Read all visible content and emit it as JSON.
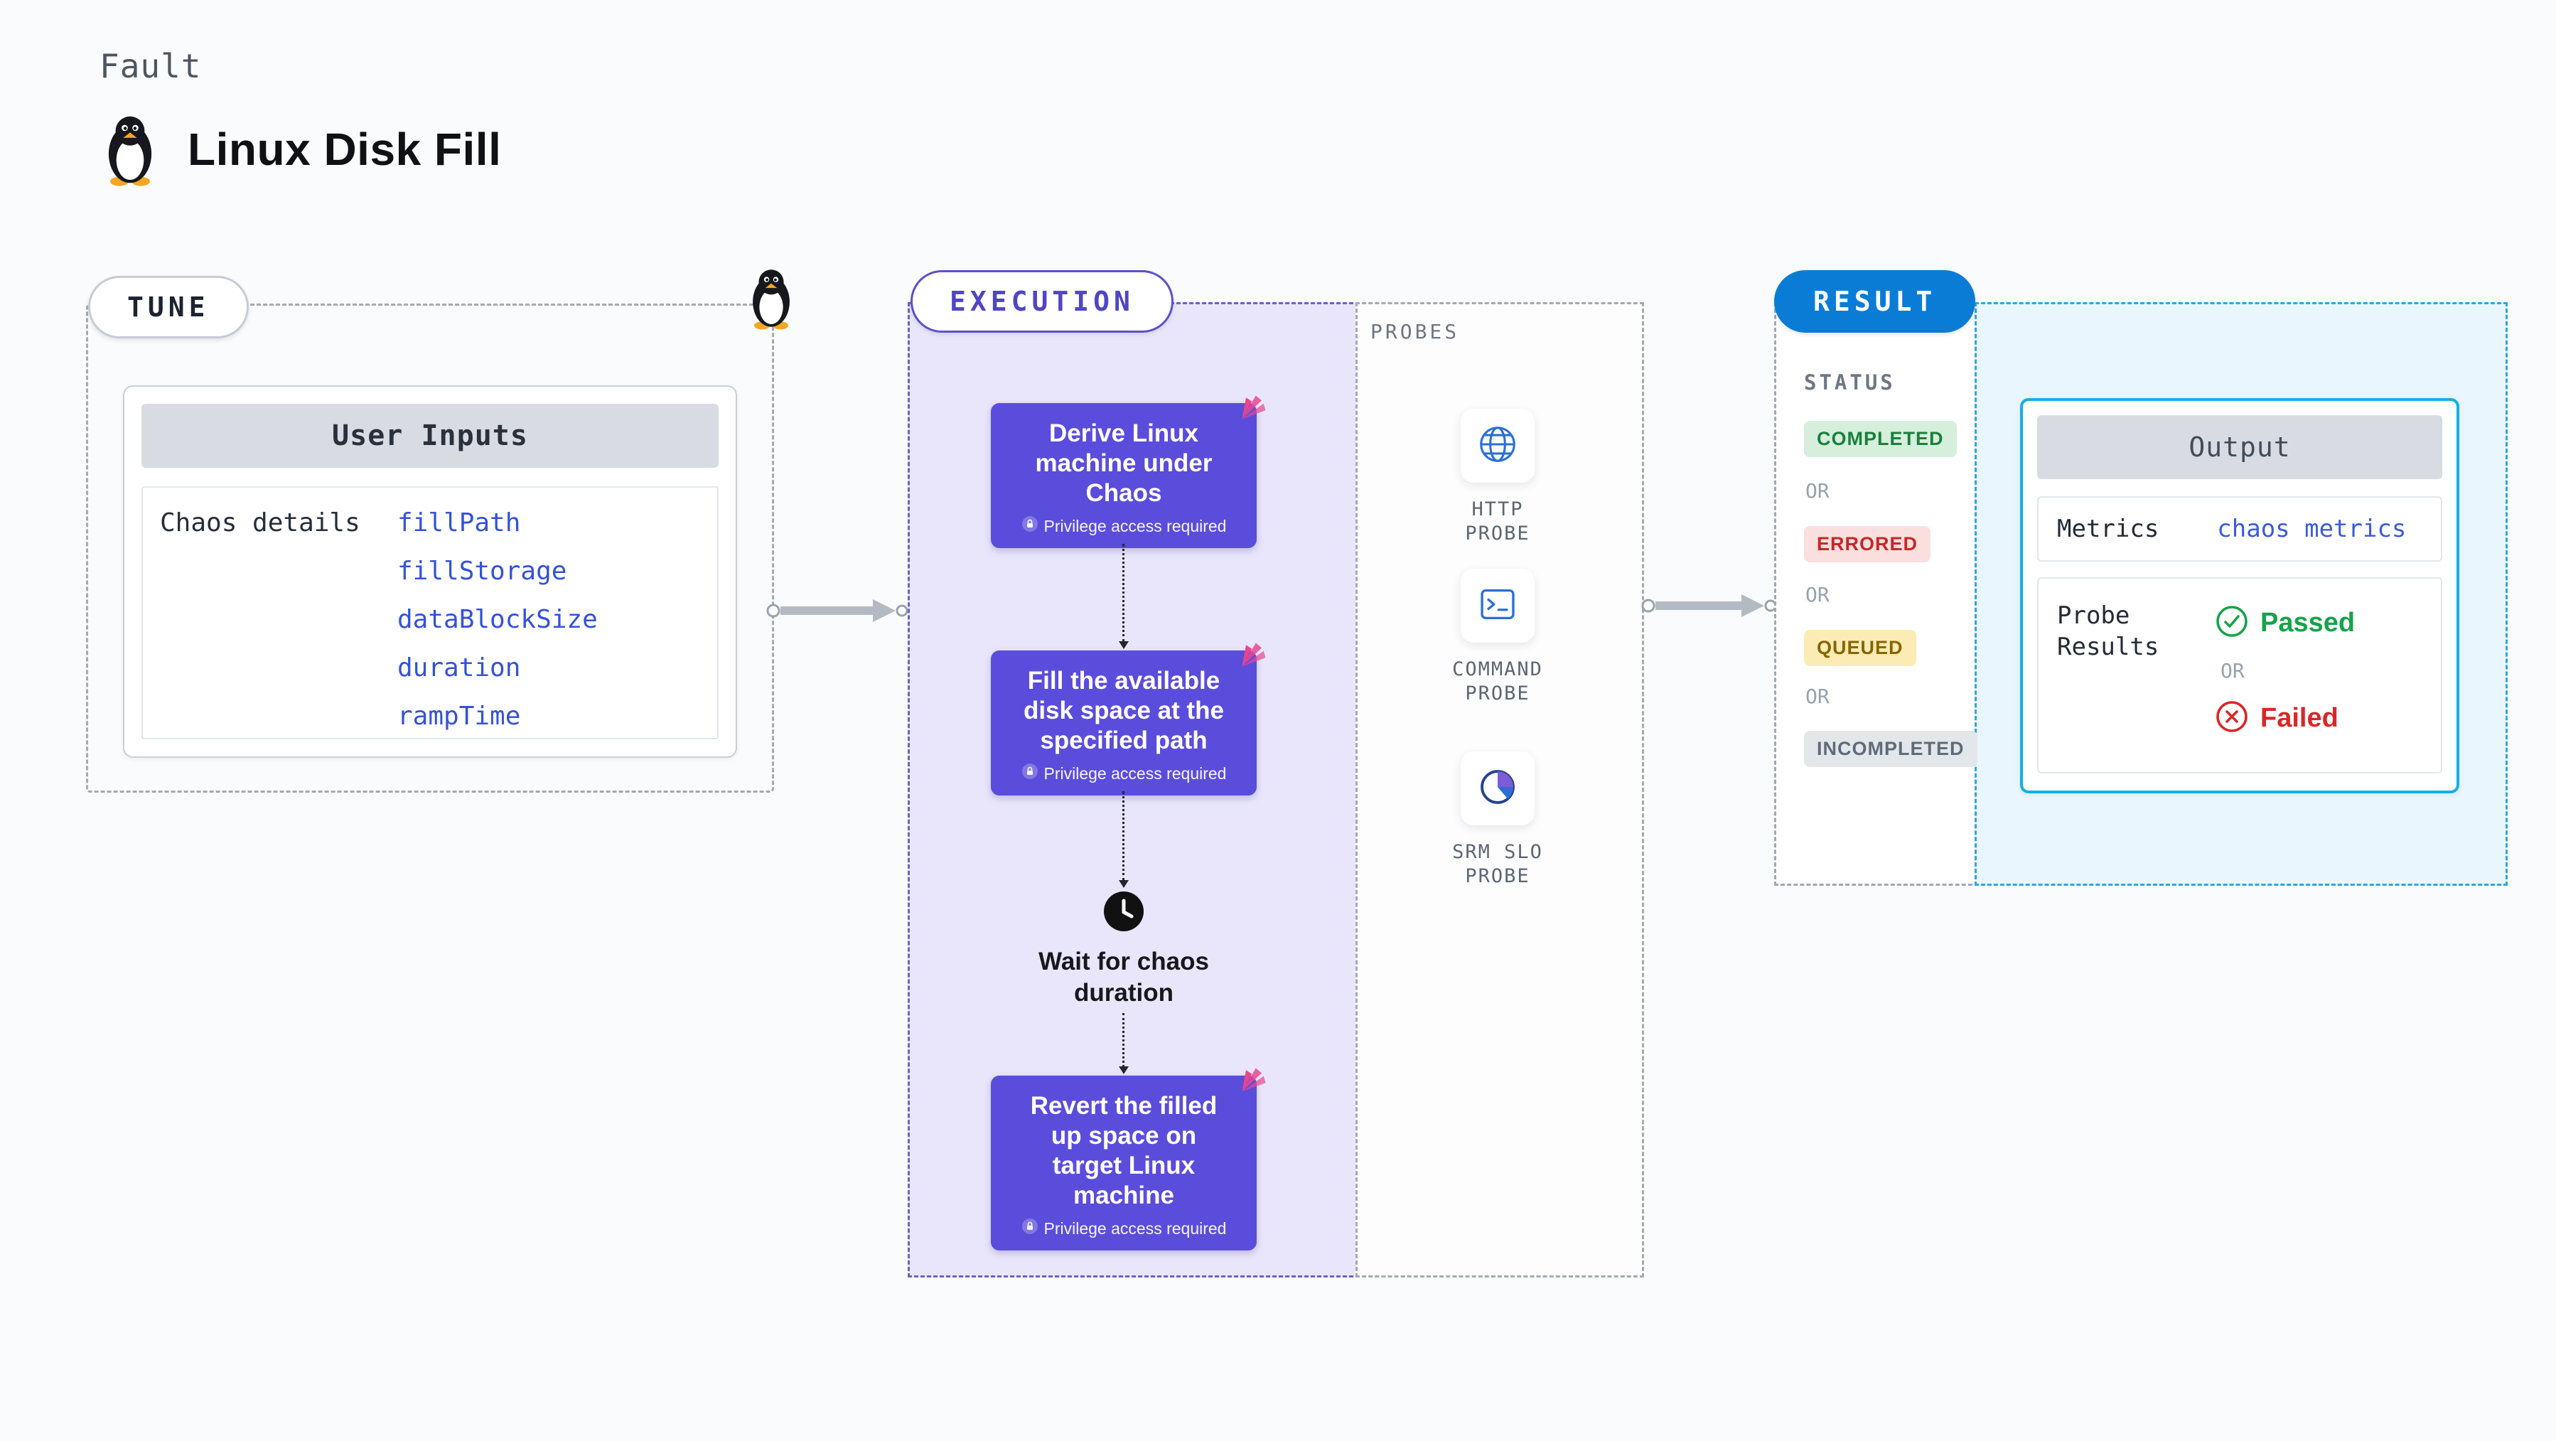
{
  "header": {
    "kicker": "Fault",
    "title": "Linux Disk Fill"
  },
  "tune": {
    "badge": "TUNE",
    "card_title": "User Inputs",
    "row_label": "Chaos details",
    "inputs": [
      "fillPath",
      "fillStorage",
      "dataBlockSize",
      "duration",
      "rampTime"
    ]
  },
  "execution": {
    "badge": "EXECUTION",
    "privilege_note": "Privilege access required",
    "steps": {
      "derive": "Derive Linux machine under Chaos",
      "fill": "Fill the available disk space at the specified path",
      "wait": "Wait for chaos duration",
      "revert": "Revert the filled up space on target Linux machine"
    }
  },
  "probes": {
    "title": "PROBES",
    "items": [
      {
        "label": "HTTP PROBE",
        "icon": "globe-icon"
      },
      {
        "label": "COMMAND PROBE",
        "icon": "terminal-icon"
      },
      {
        "label": "SRM SLO PROBE",
        "icon": "slo-donut-icon"
      }
    ]
  },
  "result": {
    "badge": "RESULT",
    "status_title": "STATUS",
    "or_label": "OR",
    "statuses": [
      {
        "label": "COMPLETED",
        "tone": "green"
      },
      {
        "label": "ERRORED",
        "tone": "red"
      },
      {
        "label": "QUEUED",
        "tone": "yellow"
      },
      {
        "label": "INCOMPLETED",
        "tone": "gray"
      }
    ],
    "output": {
      "title": "Output",
      "metrics_label": "Metrics",
      "metrics_link": "chaos metrics",
      "probe_results_label": "Probe Results",
      "passed_label": "Passed",
      "failed_label": "Failed"
    }
  },
  "colors": {
    "accent_indigo": "#5b4ddb",
    "execution_bg": "#e9e6fb",
    "result_blue": "#0a7cd6",
    "output_cyan": "#14b0e2",
    "output_bg": "#eaf6fd",
    "link_blue": "#3452d9",
    "passed_green": "#16a34a",
    "failed_red": "#dc2626",
    "pink_decor": "#e9468e",
    "badge_green_bg": "#d5efdc",
    "badge_red_bg": "#fbdfdf",
    "badge_yellow_bg": "#fbecb5",
    "badge_gray_bg": "#e4e7ea"
  }
}
